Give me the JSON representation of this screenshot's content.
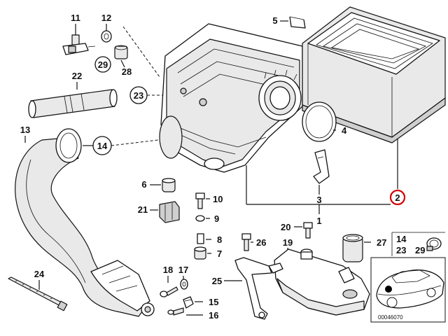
{
  "diagram": {
    "labels": {
      "p1": "1",
      "p2": "2",
      "p3": "3",
      "p4": "4",
      "p5": "5",
      "p6": "6",
      "p7": "7",
      "p8": "8",
      "p9": "9",
      "p10": "10",
      "p11": "11",
      "p12": "12",
      "p13": "13",
      "p14": "14",
      "p15": "15",
      "p16": "16",
      "p17": "17",
      "p18": "18",
      "p19": "19",
      "p20": "20",
      "p21": "21",
      "p22": "22",
      "p23": "23",
      "p24": "24",
      "p25": "25",
      "p26": "26",
      "p27": "27",
      "p28": "28",
      "p29": "29"
    },
    "inset": {
      "n14": "14",
      "n23": "23",
      "n29": "29"
    },
    "highlight_color": "#d40000",
    "image_code": "00046070"
  }
}
